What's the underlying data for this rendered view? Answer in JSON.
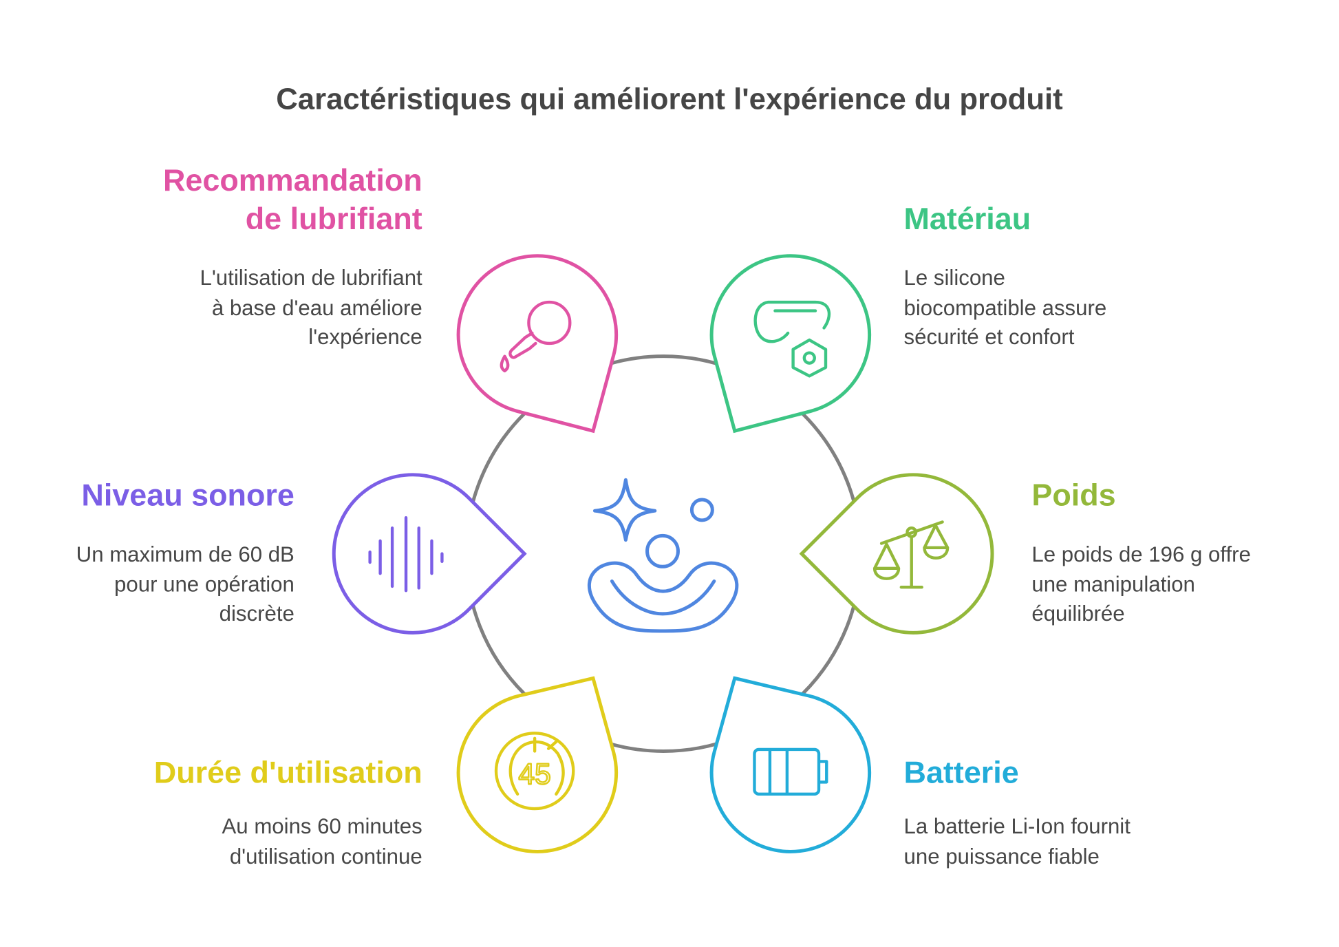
{
  "title": "Caractéristiques qui améliorent l'expérience du produit",
  "colors": {
    "ring": "#808080",
    "center_icon": "#4f86e0"
  },
  "items": [
    {
      "id": "lubrifiant",
      "icon": "dropper-icon",
      "color": "#e052a3",
      "heading": [
        "Recommandation",
        "de lubrifiant"
      ],
      "description": [
        "L'utilisation de lubrifiant",
        "à base d'eau améliore",
        "l'expérience"
      ]
    },
    {
      "id": "materiau",
      "icon": "silicone-material-icon",
      "color": "#3cc584",
      "heading": [
        "Matériau"
      ],
      "description": [
        "Le silicone",
        "biocompatible assure",
        "sécurité et confort"
      ]
    },
    {
      "id": "niveau-sonore",
      "icon": "sound-wave-icon",
      "color": "#7b5ee6",
      "heading": [
        "Niveau sonore"
      ],
      "description": [
        "Un maximum de 60 dB",
        "pour une opération",
        "discrète"
      ]
    },
    {
      "id": "poids",
      "icon": "scale-icon",
      "color": "#93b83a",
      "heading": [
        "Poids"
      ],
      "description": [
        "Le poids de 196 g offre",
        "une manipulation",
        "équilibrée"
      ]
    },
    {
      "id": "duree",
      "icon": "timer-45-icon",
      "color": "#e0cc1a",
      "heading": [
        "Durée d'utilisation"
      ],
      "description": [
        "Au moins 60 minutes",
        "d'utilisation continue"
      ]
    },
    {
      "id": "batterie",
      "icon": "battery-icon",
      "color": "#22acd9",
      "heading": [
        "Batterie"
      ],
      "description": [
        "La batterie Li-Ion fournit",
        "une puissance fiable"
      ]
    }
  ]
}
